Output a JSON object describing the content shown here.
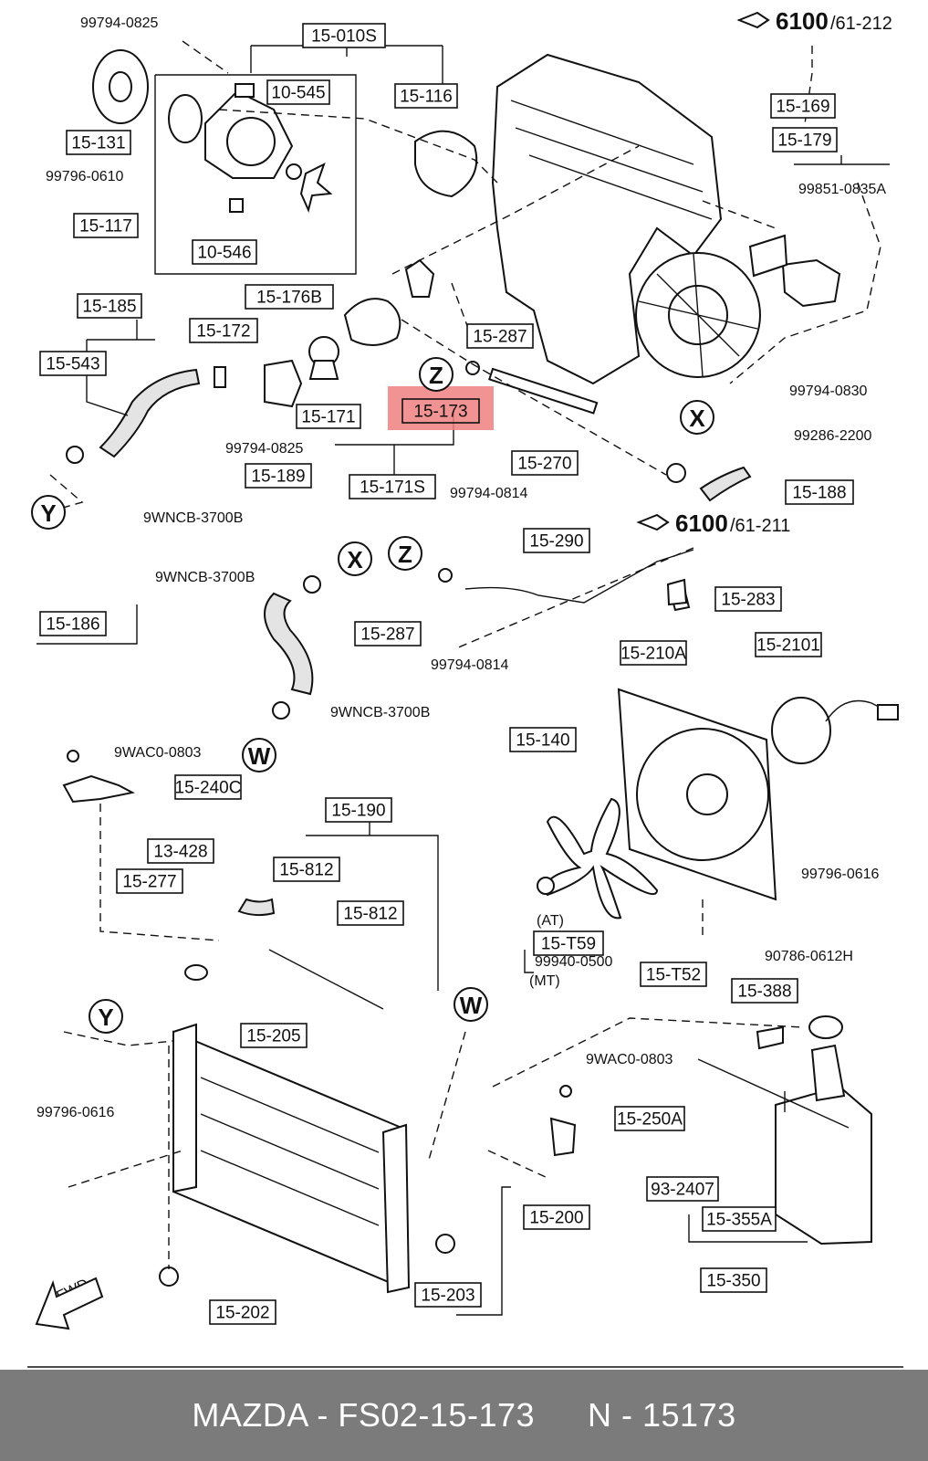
{
  "diagram": {
    "highlighted_part": "15-173",
    "highlight_color": "#f08080",
    "references": [
      {
        "id": "ref-top",
        "main": "6100",
        "sub": "/61-212"
      },
      {
        "id": "ref-mid",
        "main": "6100",
        "sub": "/61-211"
      }
    ],
    "boxed_labels": [
      "15-010S",
      "10-545",
      "15-116",
      "15-131",
      "15-117",
      "10-546",
      "15-169",
      "15-179",
      "15-185",
      "15-543",
      "15-176B",
      "15-172",
      "15-287",
      "15-173",
      "15-171",
      "15-270",
      "15-189",
      "15-171S",
      "15-188",
      "15-290",
      "15-186",
      "15-283",
      "15-287",
      "15-210A",
      "15-2101",
      "15-140",
      "15-240C",
      "15-190",
      "13-428",
      "15-812",
      "15-277",
      "15-812",
      "15-T59",
      "15-T52",
      "15-388",
      "15-205",
      "15-250A",
      "93-2407",
      "15-355A",
      "15-200",
      "15-350",
      "15-203",
      "15-202"
    ],
    "plain_labels": [
      "99794-0825",
      "99796-0610",
      "99851-0835A",
      "99794-0830",
      "99794-0825",
      "99286-2200",
      "99794-0814",
      "9WNCB-3700B",
      "9WNCB-3700B",
      "99794-0814",
      "9WNCB-3700B",
      "9WAC0-0803",
      "99796-0616",
      "(AT)",
      "99940-0500",
      "(MT)",
      "90786-0612H",
      "9WAC0-0803",
      "99796-0616",
      "FWD"
    ],
    "callouts": [
      "Z",
      "X",
      "Y",
      "X",
      "Z",
      "W",
      "W",
      "Y"
    ]
  },
  "footer": {
    "brand_part": "MAZDA - FS02-15-173",
    "ref_number": "N - 15173"
  }
}
